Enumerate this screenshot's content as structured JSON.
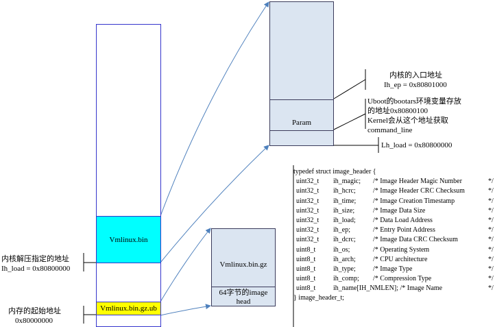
{
  "blocks": {
    "vmlinux_bin": "Vmlinux.bin",
    "vmlinux_bin_gz_ub": "Vmlinux.bin.gz.ub",
    "vmlinux_bin_gz": "Vmlinux.bin.gz",
    "image_head_line1": "64字节的image",
    "image_head_line2": "head",
    "param": "Param"
  },
  "annotations": {
    "decompress_line1": "内核解压指定的地址",
    "decompress_line2": "Ih_load = 0x80800000",
    "mem_start_line1": "内存的起始地址",
    "mem_start_line2": "0x80000000",
    "entry_line1": "内核的入口地址",
    "entry_line2": "Ih_ep = 0x80801000",
    "bootargs_line1": "Uboot的bootars环境变量存放",
    "bootargs_line2": "的地址0x80800100",
    "bootargs_line3": "Kernel会从这个地址获取",
    "bootargs_line4": "command_line",
    "lh_load": "Lh_load = 0x80800000"
  },
  "code": {
    "header": "typedef struct image_header {",
    "fields": [
      {
        "type": "uint32_t",
        "name": "ih_magic;",
        "comment": "/* Image Header Magic Number",
        "end": "*/"
      },
      {
        "type": "uint32_t",
        "name": "ih_hcrc;",
        "comment": "/* Image Header CRC Checksum",
        "end": "*/"
      },
      {
        "type": "uint32_t",
        "name": "ih_time;",
        "comment": "/* Image Creation Timestamp",
        "end": "*/"
      },
      {
        "type": "uint32_t",
        "name": "ih_size;",
        "comment": "/* Image Data Size",
        "end": "*/"
      },
      {
        "type": "uint32_t",
        "name": "ih_load;",
        "comment": "/* Data          Load   Address",
        "end": "*/"
      },
      {
        "type": "uint32_t",
        "name": "ih_ep;",
        "comment": "/* Entry Point Address",
        "end": "*/"
      },
      {
        "type": "uint32_t",
        "name": "ih_dcrc;",
        "comment": "/* Image Data CRC Checksum",
        "end": "*/"
      },
      {
        "type": "uint8_t",
        "name": "ih_os;",
        "comment": "/* Operating System",
        "end": "*/"
      },
      {
        "type": "uint8_t",
        "name": "ih_arch;",
        "comment": "/* CPU architecture",
        "end": "*/"
      },
      {
        "type": "uint8_t",
        "name": "ih_type;",
        "comment": "/* Image Type",
        "end": "*/"
      },
      {
        "type": "uint8_t",
        "name": "ih_comp;",
        "comment": "/* Compression Type",
        "end": "*/"
      }
    ],
    "last_field": {
      "type": "uint8_t",
      "rest": "ih_name[IH_NMLEN];     /* Image Name",
      "end": "*/"
    },
    "footer": "} image_header_t;"
  },
  "colors": {
    "memory_outline": "#3333cc",
    "vmlinux_bin_fill": "#00ffff",
    "gz_ub_fill": "#ffff00",
    "gz_box_fill": "#dbe5f1",
    "param_fill": "#dbe5f1",
    "arrow": "#4f81bd"
  }
}
